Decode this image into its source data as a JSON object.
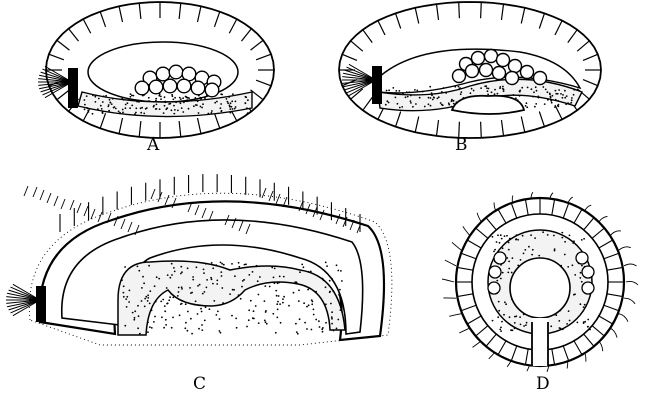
{
  "panels": [
    {
      "id": "a",
      "label": "A"
    },
    {
      "id": "b",
      "label": "B"
    },
    {
      "id": "c",
      "label": "C"
    },
    {
      "id": "d",
      "label": "D"
    }
  ]
}
